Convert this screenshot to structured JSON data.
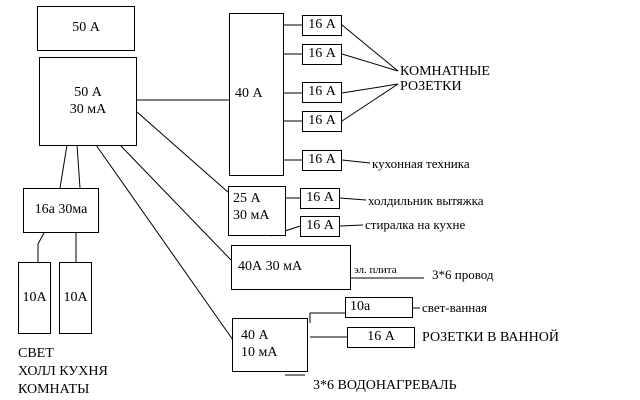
{
  "diagram": {
    "main_breaker": "50 А",
    "rcd_main": [
      "50 А",
      "30 мА"
    ],
    "panel_40a": "40 А",
    "room_outlets_breakers": [
      "16 А",
      "16 А",
      "16 А",
      "16 А"
    ],
    "room_outlets_label": [
      "КОМНАТНЫЕ",
      "РОЗЕТКИ"
    ],
    "kitchen_tech_breaker": "16 А",
    "kitchen_tech_label": "кухонная техника",
    "rcd_25a": [
      "25 А",
      "30 мА"
    ],
    "fridge_breaker": "16 А",
    "fridge_label": "холдильник вытяжка",
    "washer_breaker": "16 А",
    "washer_label": "стиралка на кухне",
    "rcd_stove": "40А 30 мА",
    "stove_label": "эл. плита",
    "stove_wire": "3*6 провод",
    "rcd_bath": [
      "40 А",
      "10 мА"
    ],
    "bath_light_breaker": "10а",
    "bath_light_label": "свет-ванная",
    "bath_outlets_breaker": "16 А",
    "bath_outlets_label": "РОЗЕТКИ В ВАННОЙ",
    "heater_label": "3*6 ВОДОНАГРЕВАЛЬ",
    "rcd_light": "16а 30ма",
    "light_breakers": [
      "10А",
      "10А"
    ],
    "light_label": [
      "СВЕТ",
      "ХОЛЛ КУХНЯ",
      "КОМНАТЫ"
    ]
  }
}
